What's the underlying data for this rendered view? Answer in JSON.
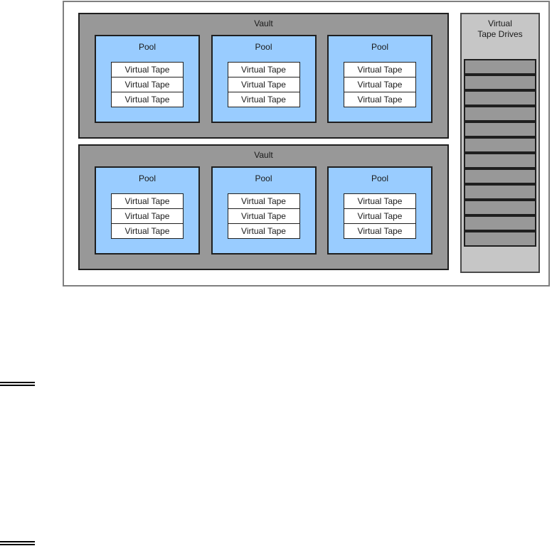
{
  "figure": {
    "vaults": [
      {
        "label": "Vault",
        "pools": [
          {
            "label": "Pool",
            "tapes": [
              "Virtual Tape",
              "Virtual Tape",
              "Virtual Tape"
            ]
          },
          {
            "label": "Pool",
            "tapes": [
              "Virtual Tape",
              "Virtual Tape",
              "Virtual Tape"
            ]
          },
          {
            "label": "Pool",
            "tapes": [
              "Virtual Tape",
              "Virtual Tape",
              "Virtual Tape"
            ]
          }
        ]
      },
      {
        "label": "Vault",
        "pools": [
          {
            "label": "Pool",
            "tapes": [
              "Virtual Tape",
              "Virtual Tape",
              "Virtual Tape"
            ]
          },
          {
            "label": "Pool",
            "tapes": [
              "Virtual Tape",
              "Virtual Tape",
              "Virtual Tape"
            ]
          },
          {
            "label": "Pool",
            "tapes": [
              "Virtual Tape",
              "Virtual Tape",
              "Virtual Tape"
            ]
          }
        ]
      }
    ],
    "drives_panel": {
      "label_line1": "Virtual",
      "label_line2": "Tape Drives",
      "slot_count": 12
    }
  },
  "colors": {
    "vault_fill": "#989898",
    "pool_fill": "#99CCFF",
    "panel_fill": "#C6C6C6",
    "slot_fill": "#989898",
    "tape_fill": "#FFFFFF",
    "border_dark": "#1F1F1F",
    "panel_border": "#4A4A4A",
    "outer_border": "#7F7F7F",
    "text": "#1A1A1A"
  }
}
